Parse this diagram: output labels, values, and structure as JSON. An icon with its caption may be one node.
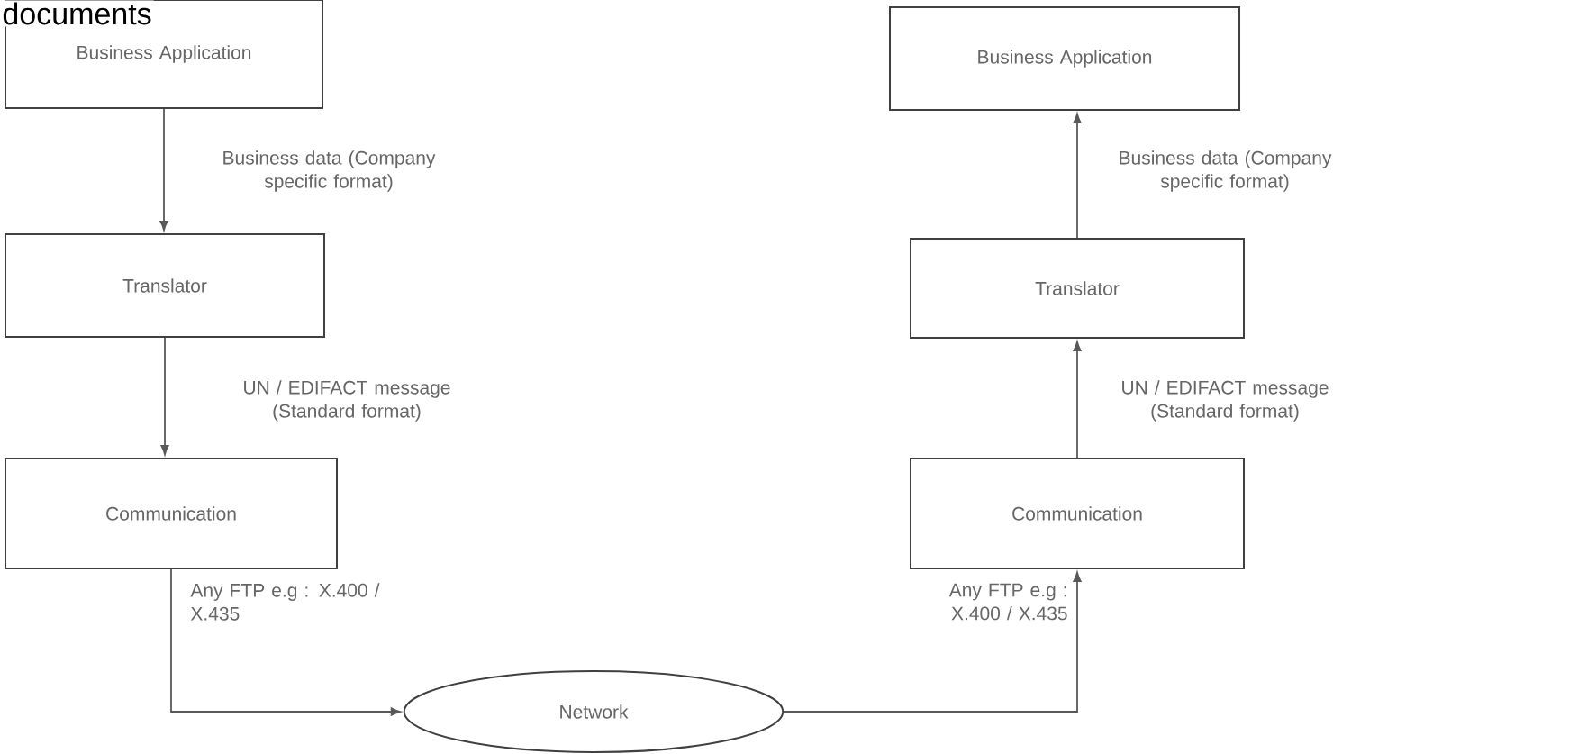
{
  "diagram": {
    "nodes": [
      {
        "text": [
          "Business Application"
        ]
      },
      {
        "text": [
          "Translator"
        ]
      },
      {
        "text": [
          "Communication"
        ]
      },
      {
        "text": [
          "Business Application"
        ]
      },
      {
        "text": [
          "Translator"
        ]
      },
      {
        "text": [
          "Communication"
        ]
      },
      {
        "text": [
          "Network"
        ]
      }
    ],
    "edges": [
      {
        "from": 0,
        "to": 1,
        "arrow": "to",
        "label": "Business data (Company specific format)"
      },
      {
        "from": 1,
        "to": 2,
        "arrow": "to",
        "label": "UN / EDIFACT message (Standard format)"
      },
      {
        "from": 2,
        "to": 6,
        "arrow": "to",
        "label": "Any FTP e.g : X.400 / X.435"
      },
      {
        "from": 6,
        "to": 5,
        "arrow": "to",
        "label": "Any FTP e.g : X.400 / X.435"
      },
      {
        "from": 5,
        "to": 4,
        "arrow": "to",
        "label": "UN / EDIFACT message (Standard format)"
      },
      {
        "from": 4,
        "to": 3,
        "arrow": "to",
        "label": "Business data (Company specific format)"
      }
    ],
    "labels": [
      "documents"
    ]
  }
}
